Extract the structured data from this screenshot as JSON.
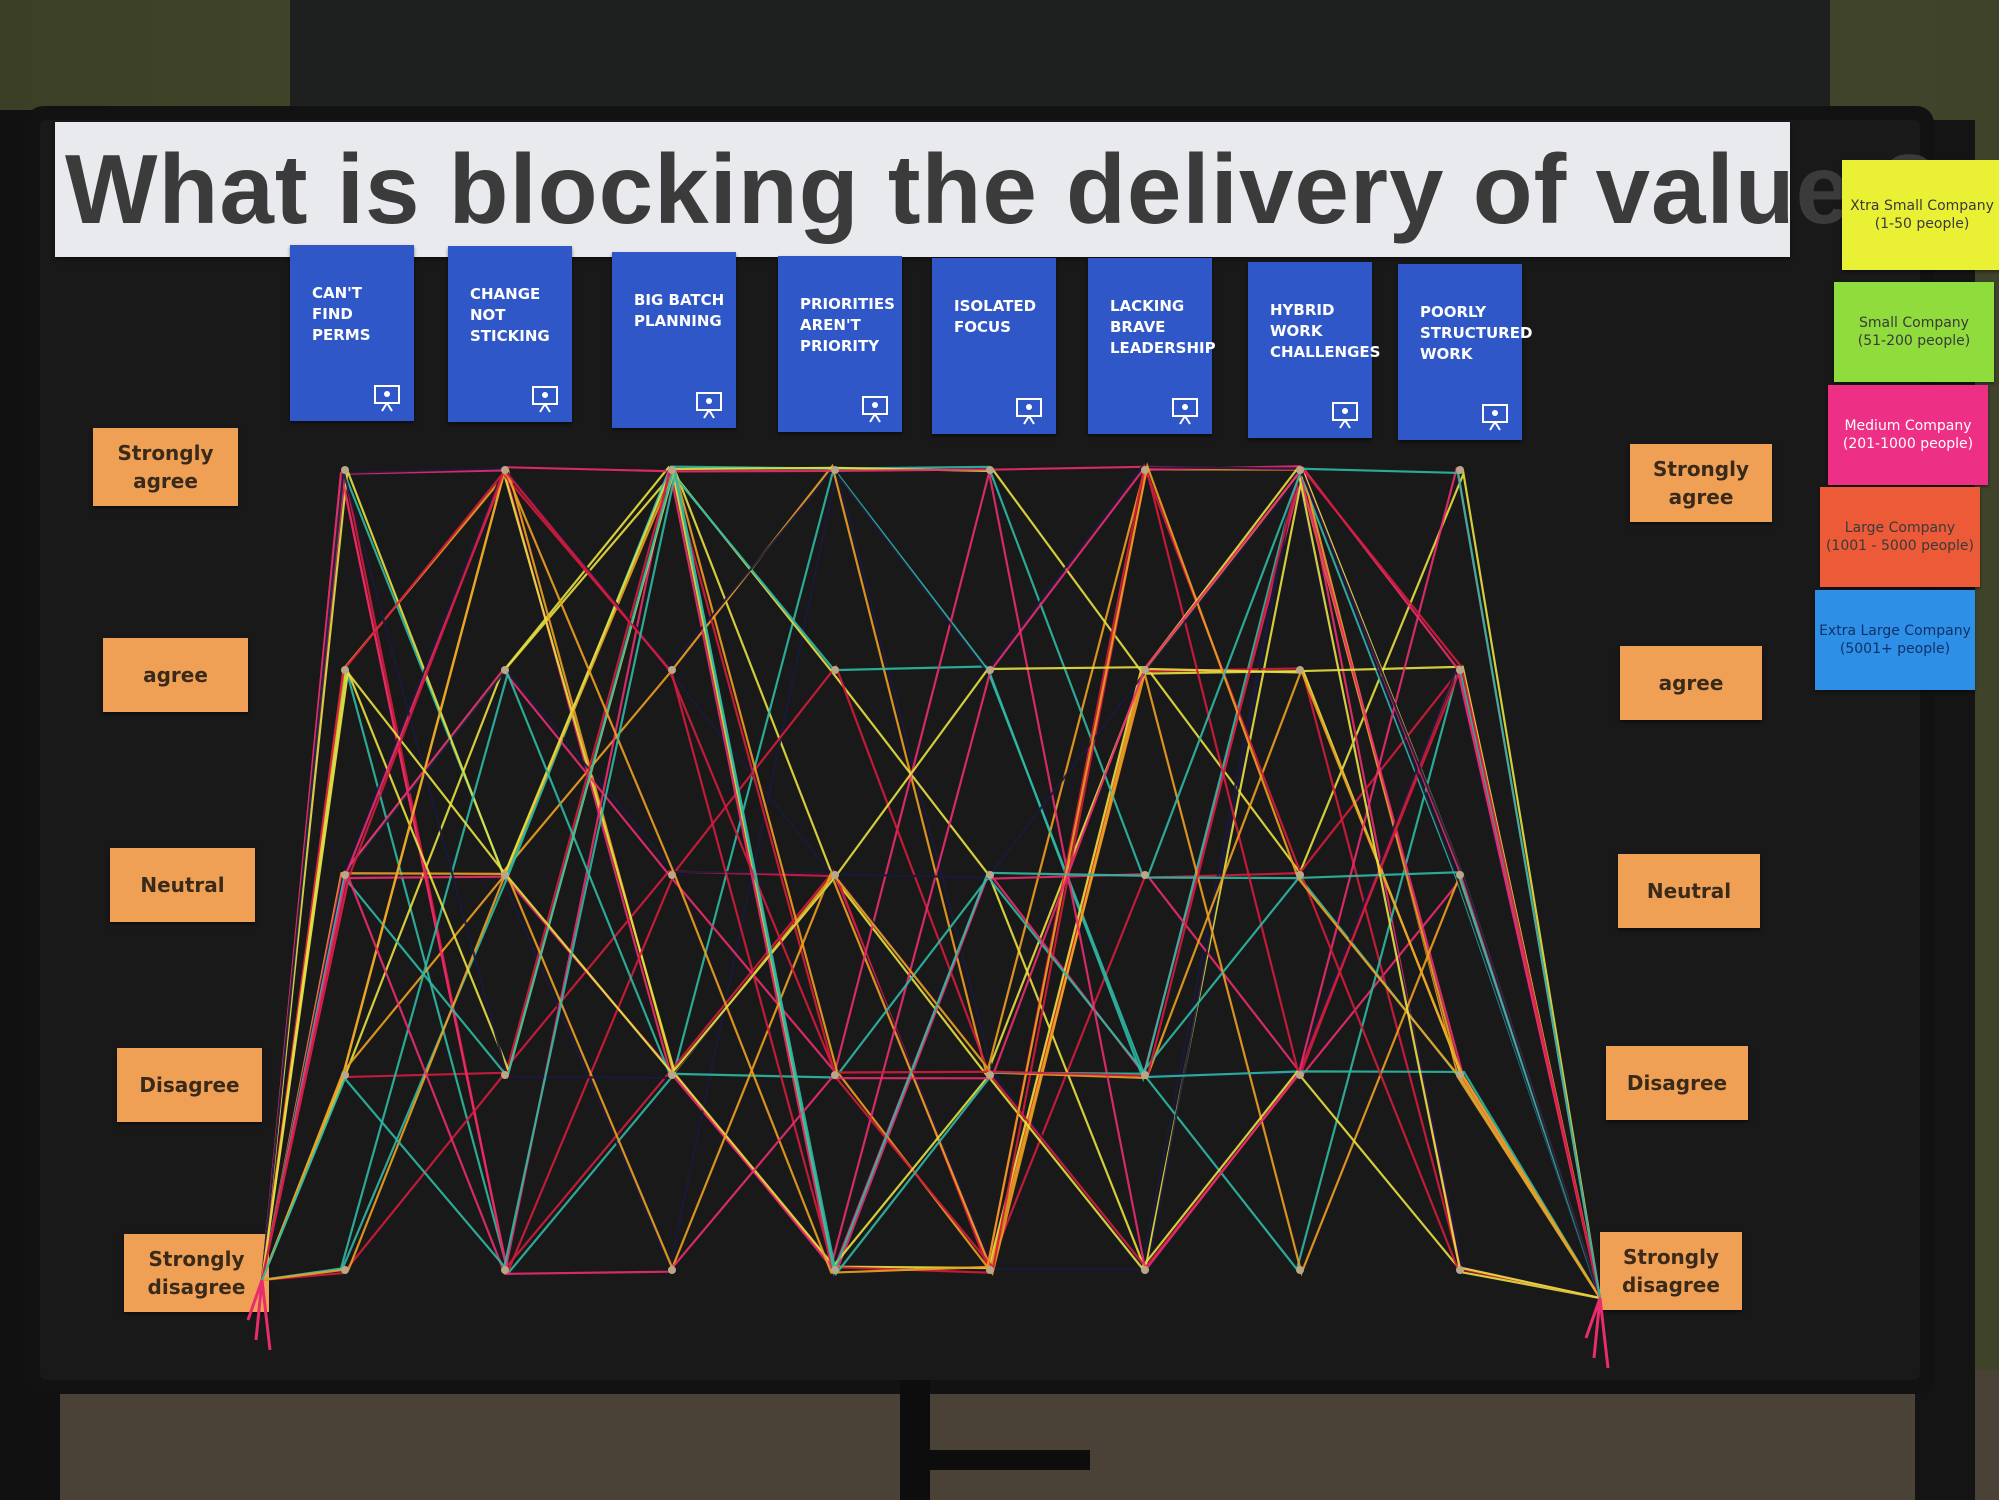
{
  "title": "What is blocking the delivery of value ?",
  "categories": [
    {
      "label": "CAN'T FIND PERMS",
      "icon": "people-search-icon"
    },
    {
      "label": "CHANGE NOT STICKING",
      "icon": "forbidden-document-icon"
    },
    {
      "label": "BIG BATCH PLANNING",
      "icon": "presentation-icon"
    },
    {
      "label": "PRIORITIES AREN'T PRIORITY",
      "icon": "list-bin-icon"
    },
    {
      "label": "ISOLATED FOCUS",
      "icon": "buildings-icon"
    },
    {
      "label": "LACKING BRAVE LEADERSHIP",
      "icon": "team-flag-icon"
    },
    {
      "label": "HYBRID WORK CHALLENGES",
      "icon": "home-office-icon"
    },
    {
      "label": "POORLY STRUCTURED WORK",
      "icon": "whiteboard-icon"
    }
  ],
  "scale_left": [
    "Strongly agree",
    "agree",
    "Neutral",
    "Disagree",
    "Strongly disagree"
  ],
  "scale_right": [
    "Strongly agree",
    "agree",
    "Neutral",
    "Disagree",
    "Strongly disagree"
  ],
  "company_sizes": [
    {
      "name": "Xtra Small Company",
      "range": "(1-50 people)",
      "color": "#eaf034"
    },
    {
      "name": "Small Company",
      "range": "(51-200 people)",
      "color": "#8fdc3c"
    },
    {
      "name": "Medium Company",
      "range": "(201-1000 people)",
      "color": "#ee2f86"
    },
    {
      "name": "Large Company",
      "range": "(1001 - 5000 people)",
      "color": "#ec5a38"
    },
    {
      "name": "Extra Large Company",
      "range": "(5001+ people)",
      "color": "#2e8fe6"
    }
  ],
  "string_colors": [
    "#e8e140",
    "#e92c6e",
    "#d31c3c",
    "#2fb9a4",
    "#1b1a3a",
    "#f0a020"
  ]
}
